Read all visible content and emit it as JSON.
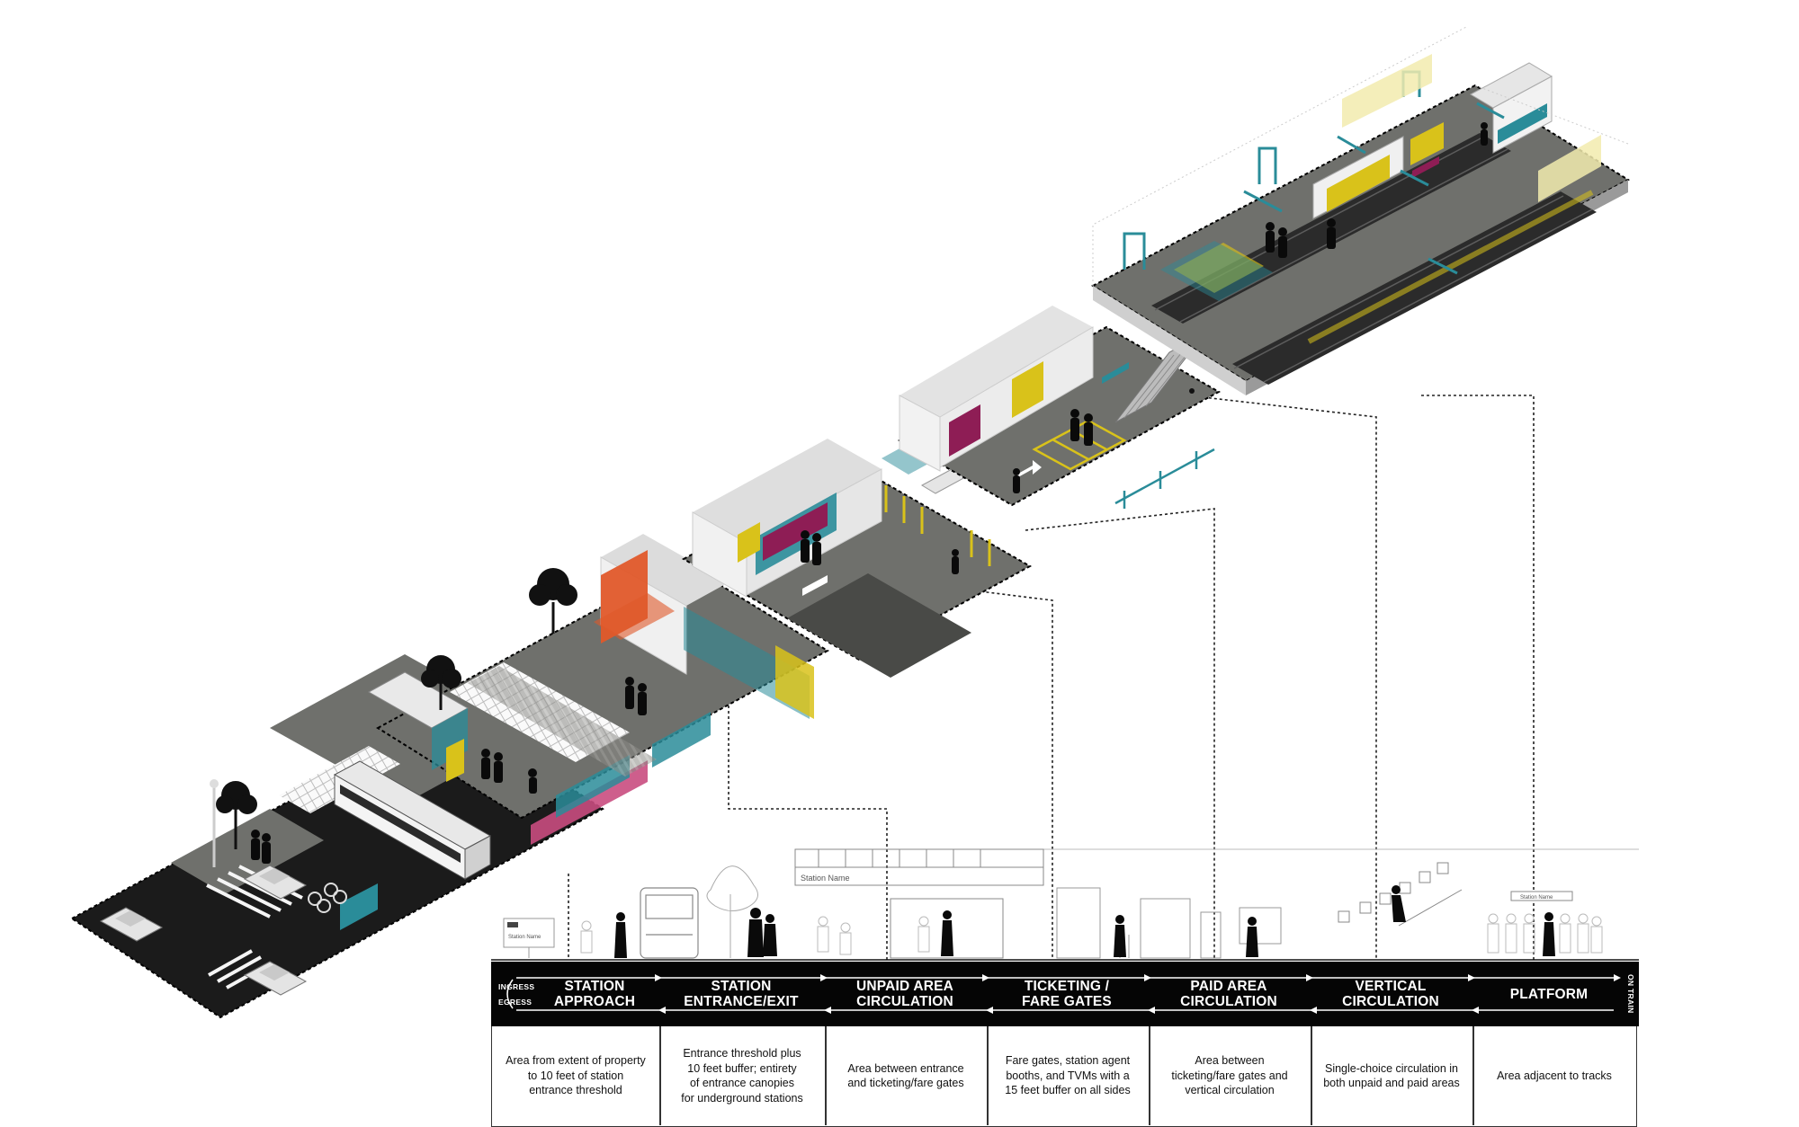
{
  "band": {
    "ingress": "INGRESS",
    "egress": "EGRESS",
    "on_train": "ON TRAIN",
    "stages": [
      {
        "lines": [
          "STATION",
          "APPROACH"
        ],
        "description": [
          "Area from extent of property",
          "to 10 feet of station",
          "entrance threshold"
        ]
      },
      {
        "lines": [
          "STATION",
          "ENTRANCE/EXIT"
        ],
        "description": [
          "Entrance threshold plus",
          "10 feet buffer; entirety",
          "of entrance canopies",
          "for underground stations"
        ]
      },
      {
        "lines": [
          "UNPAID AREA",
          "CIRCULATION"
        ],
        "description": [
          "Area between entrance",
          "and ticketing/fare gates"
        ]
      },
      {
        "lines": [
          "TICKETING /",
          "FARE GATES"
        ],
        "description": [
          "Fare gates, station agent",
          "booths, and TVMs with a",
          "15 feet buffer on all sides"
        ]
      },
      {
        "lines": [
          "PAID AREA",
          "CIRCULATION"
        ],
        "description": [
          "Area between",
          "ticketing/fare gates and",
          "vertical circulation"
        ]
      },
      {
        "lines": [
          "VERTICAL",
          "CIRCULATION"
        ],
        "description": [
          "Single-choice circulation in",
          "both unpaid and paid areas"
        ]
      },
      {
        "lines": [
          "PLATFORM"
        ],
        "description": [
          "Area adjacent to tracks"
        ]
      }
    ]
  },
  "signs": {
    "station_name": "Station Name",
    "platform_sign": "Station Name"
  },
  "colors": {
    "teal": "#2a8c99",
    "magenta": "#8e1d55",
    "yellow": "#d9c21a",
    "orange": "#e0582a",
    "paving": "#6f706c",
    "road": "#1b1b1b"
  }
}
